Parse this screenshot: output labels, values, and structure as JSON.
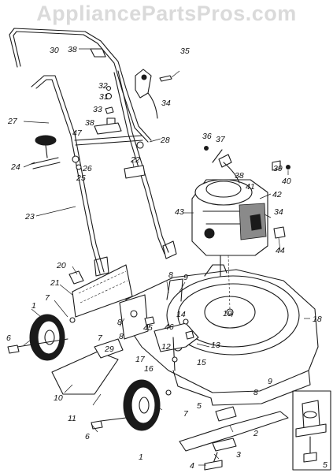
{
  "watermark": "AppliancePartsPros.com",
  "callouts": [
    "1",
    "2",
    "3",
    "4",
    "5",
    "6",
    "7",
    "8",
    "9",
    "10",
    "11",
    "12",
    "13",
    "14",
    "15",
    "16",
    "17",
    "18",
    "19",
    "20",
    "21",
    "22",
    "23",
    "24",
    "25",
    "26",
    "27",
    "28",
    "29",
    "30",
    "31",
    "32",
    "33",
    "34",
    "35",
    "36",
    "37",
    "38",
    "39",
    "40",
    "41",
    "42",
    "43",
    "44",
    "45",
    "46",
    "47"
  ],
  "inset_label": "5"
}
